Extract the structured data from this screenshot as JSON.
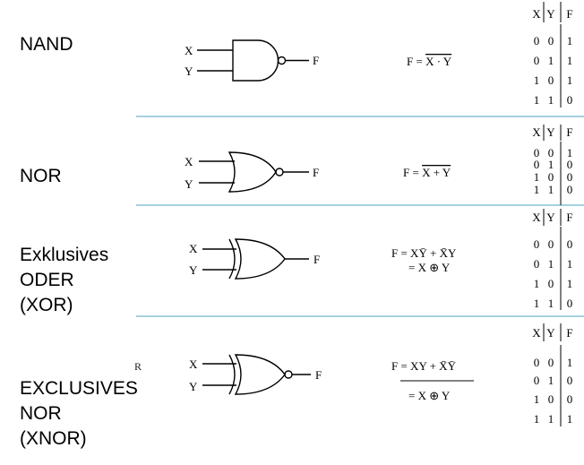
{
  "rows": [
    {
      "title_lines": [
        "NAND"
      ],
      "gate": "nand",
      "labels": {
        "x": "X",
        "y": "Y",
        "f": "F"
      },
      "expression": {
        "lhs": "F = ",
        "rhs_overlined": "X · Y"
      },
      "truth_table": {
        "headers": [
          "X",
          "Y",
          "F"
        ],
        "rows": [
          [
            "0",
            "0",
            "1"
          ],
          [
            "0",
            "1",
            "1"
          ],
          [
            "1",
            "0",
            "1"
          ],
          [
            "1",
            "1",
            "0"
          ]
        ]
      }
    },
    {
      "title_lines": [
        "NOR"
      ],
      "gate": "nor",
      "labels": {
        "x": "X",
        "y": "Y",
        "f": "F"
      },
      "expression": {
        "lhs": "F = ",
        "rhs_overlined": "X + Y"
      },
      "truth_table": {
        "headers": [
          "X",
          "Y",
          "F"
        ],
        "rows": [
          [
            "0",
            "0",
            "1"
          ],
          [
            "0",
            "1",
            "0"
          ],
          [
            "1",
            "0",
            "0"
          ],
          [
            "1",
            "1",
            "0"
          ]
        ]
      }
    },
    {
      "title_lines": [
        "Exklusives",
        "ODER",
        "(XOR)"
      ],
      "gate": "xor",
      "labels": {
        "x": "X",
        "y": "Y",
        "f": "F"
      },
      "expression": {
        "line1": "F = XȲ + X̄Y",
        "line2": "= X ⊕ Y"
      },
      "truth_table": {
        "headers": [
          "X",
          "Y",
          "F"
        ],
        "rows": [
          [
            "0",
            "0",
            "0"
          ],
          [
            "0",
            "1",
            "1"
          ],
          [
            "1",
            "0",
            "1"
          ],
          [
            "1",
            "1",
            "0"
          ]
        ]
      }
    },
    {
      "title_lines": [
        "EXCLUSIVES",
        "NOR",
        "(XNOR)"
      ],
      "gate": "xnor",
      "labels": {
        "x": "X",
        "y": "Y",
        "f": "F"
      },
      "expression": {
        "line1": "F = XY + X̄Ȳ",
        "line2": "= X ⊕ Y"
      },
      "truth_table": {
        "headers": [
          "X",
          "Y",
          "F"
        ],
        "rows": [
          [
            "0",
            "0",
            "1"
          ],
          [
            "0",
            "1",
            "0"
          ],
          [
            "1",
            "0",
            "0"
          ],
          [
            "1",
            "1",
            "1"
          ]
        ]
      }
    }
  ],
  "stray_mark": "R",
  "colors": {
    "separator": "#6fb3cf",
    "ink": "#000000"
  }
}
